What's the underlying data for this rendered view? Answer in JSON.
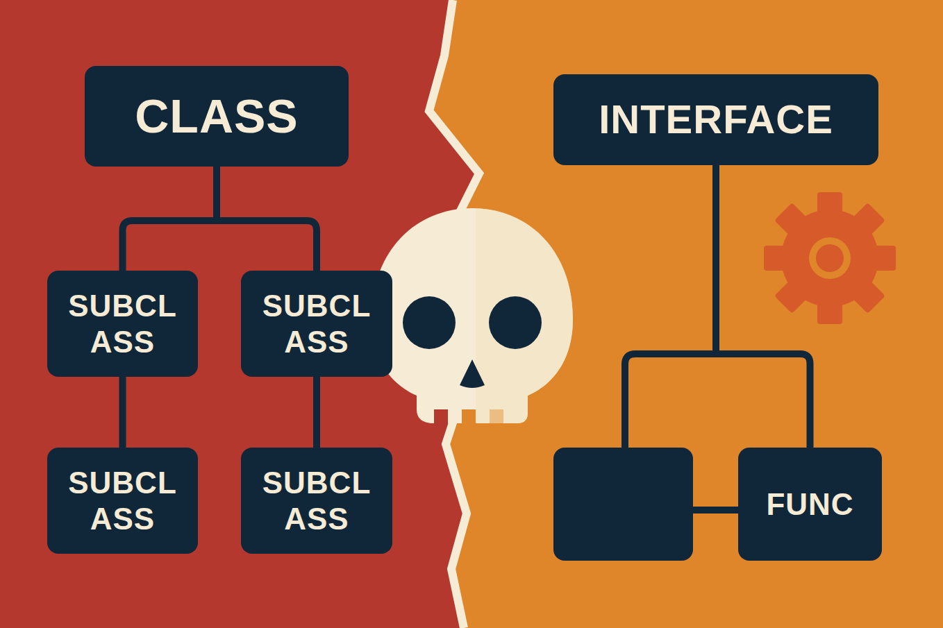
{
  "diagram": {
    "nodes": [
      {
        "text": [
          "CLASS"
        ]
      },
      {
        "text": [
          "SUBCL ASS"
        ]
      },
      {
        "text": [
          "SUBCL ASS"
        ]
      },
      {
        "text": [
          "SUBCL ASS"
        ]
      },
      {
        "text": [
          "SUBCL ASS"
        ]
      },
      {
        "text": [
          "INTERFACE"
        ]
      },
      {
        "text": [
          "FUNC"
        ]
      }
    ],
    "edges": [
      {
        "from": 0,
        "to": 1,
        "arrow": "none"
      },
      {
        "from": 0,
        "to": 2,
        "arrow": "none"
      },
      {
        "from": 1,
        "to": 3,
        "arrow": "none"
      },
      {
        "from": 2,
        "to": 4,
        "arrow": "none"
      },
      {
        "from": 5,
        "to": 6,
        "arrow": "none"
      }
    ]
  }
}
